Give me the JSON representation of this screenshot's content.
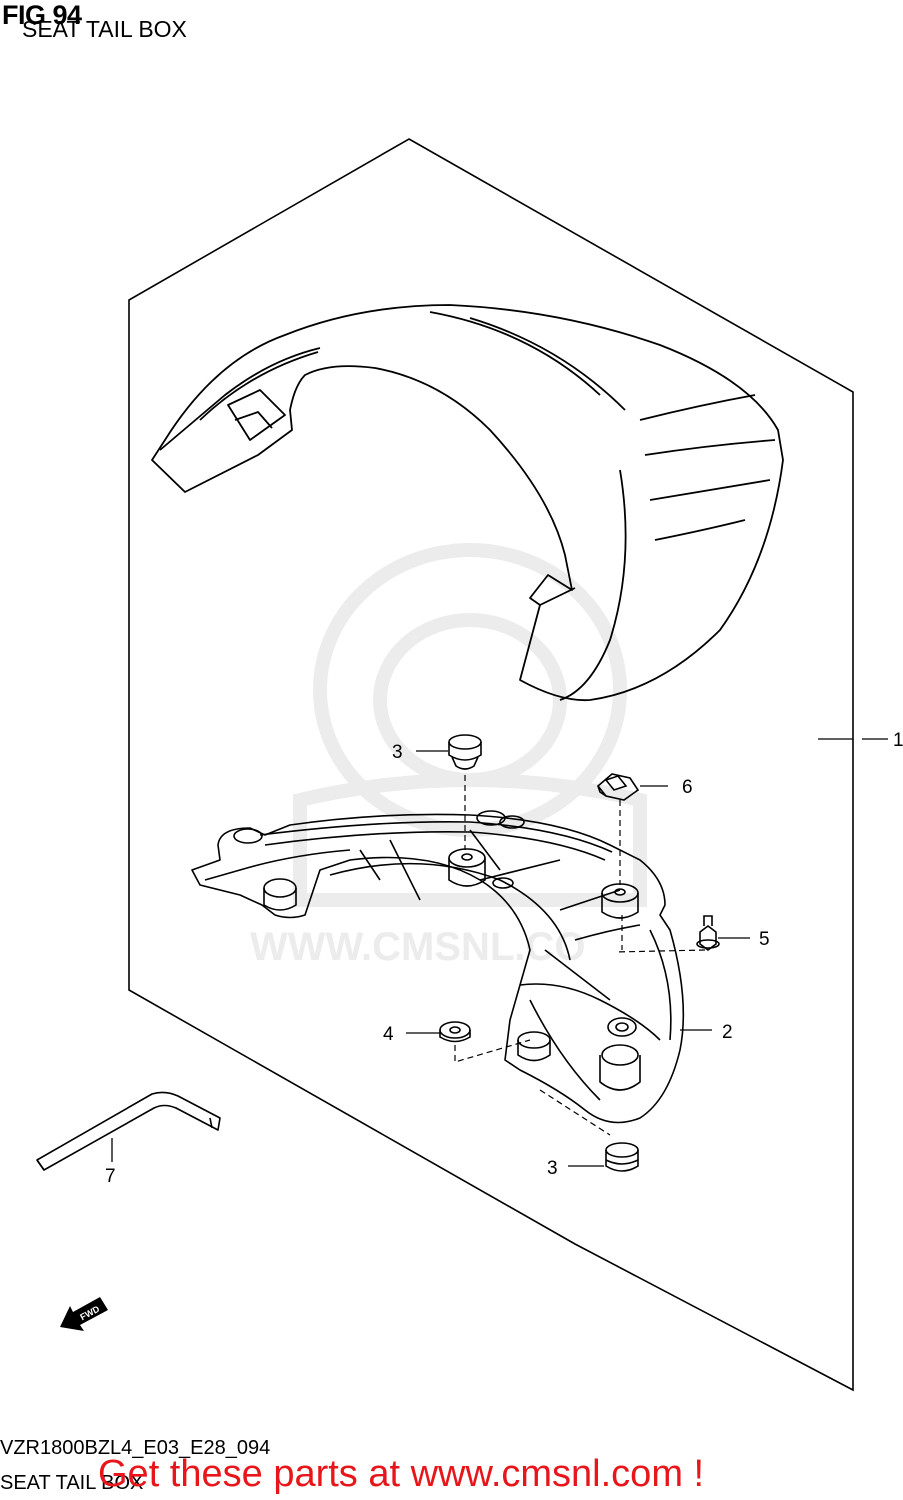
{
  "header": {
    "fig_label": "FIG 94",
    "title": "SEAT TAIL BOX"
  },
  "watermark": {
    "text": "WWW.CMSNL.CO"
  },
  "callouts": {
    "c1": "1",
    "c2": "2",
    "c3a": "3",
    "c3b": "3",
    "c4": "4",
    "c5": "5",
    "c6": "6",
    "c7": "7"
  },
  "fwd_badge": "FWD",
  "footer": {
    "model_code": "VZR1800BZL4_E03_E28_094",
    "subtitle": "SEAT TAIL BOX",
    "promo": "Get these parts at www.cmsnl.com !"
  },
  "colors": {
    "line": "#000000",
    "watermark": "#ececec",
    "promo": "#e8161a"
  }
}
